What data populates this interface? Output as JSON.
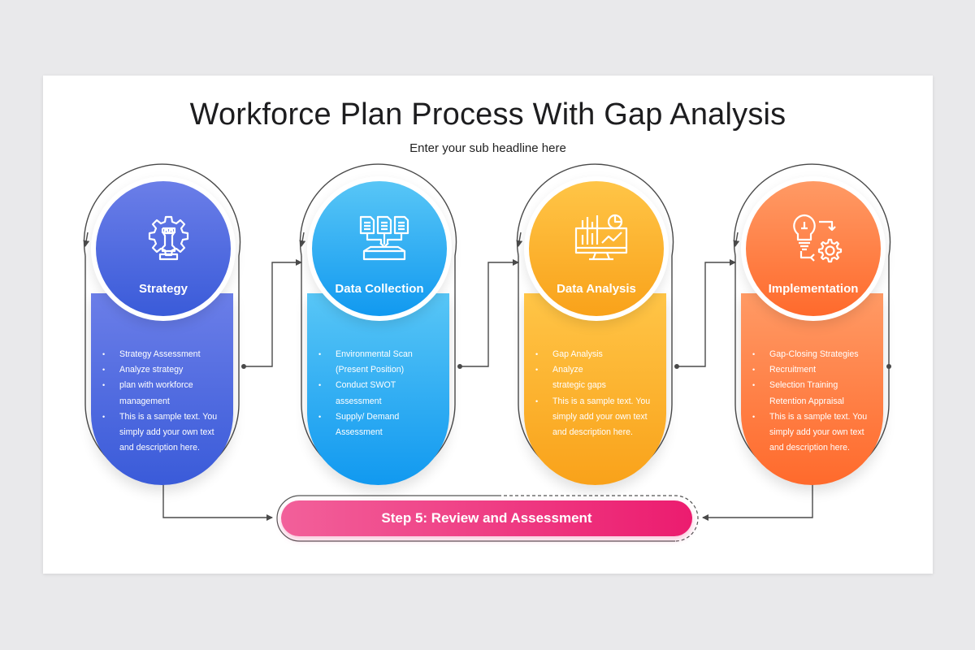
{
  "header": {
    "title": "Workforce Plan Process With Gap Analysis",
    "subtitle": "Enter your sub headline here"
  },
  "steps": [
    {
      "title": "Strategy",
      "icon": "chess-rook-gear-icon",
      "gradient": [
        "#6b7ee8",
        "#3a5bd9"
      ],
      "bullets": [
        "Strategy Assessment",
        "Analyze strategy",
        "plan with workforce",
        "management",
        "This is a sample text. You",
        "simply add your own text",
        "and description here."
      ]
    },
    {
      "title": "Data Collection",
      "icon": "documents-to-box-icon",
      "gradient": [
        "#58c6f6",
        "#1199f0"
      ],
      "bullets": [
        "Environmental Scan",
        "(Present Position)",
        "Conduct SWOT",
        "assessment",
        "Supply/ Demand",
        "Assessment"
      ]
    },
    {
      "title": "Data Analysis",
      "icon": "monitor-analytics-icon",
      "gradient": [
        "#ffc547",
        "#f9a21a"
      ],
      "bullets": [
        "Gap Analysis",
        "Analyze",
        "strategic gaps",
        "This is a sample text. You",
        "simply add your own text",
        "and description here."
      ]
    },
    {
      "title": "Implementation",
      "icon": "bulb-gear-icon",
      "gradient": [
        "#ff9a65",
        "#ff6a2c"
      ],
      "bullets": [
        "Gap-Closing Strategies",
        "Recruitment",
        "Selection Training",
        "Retention Appraisal",
        "This is a sample text. You",
        "simply add your own text",
        "and description here."
      ]
    }
  ],
  "review": {
    "label": "Step 5: Review and Assessment",
    "gradient": [
      "#f2609a",
      "#ec1c6f"
    ]
  }
}
